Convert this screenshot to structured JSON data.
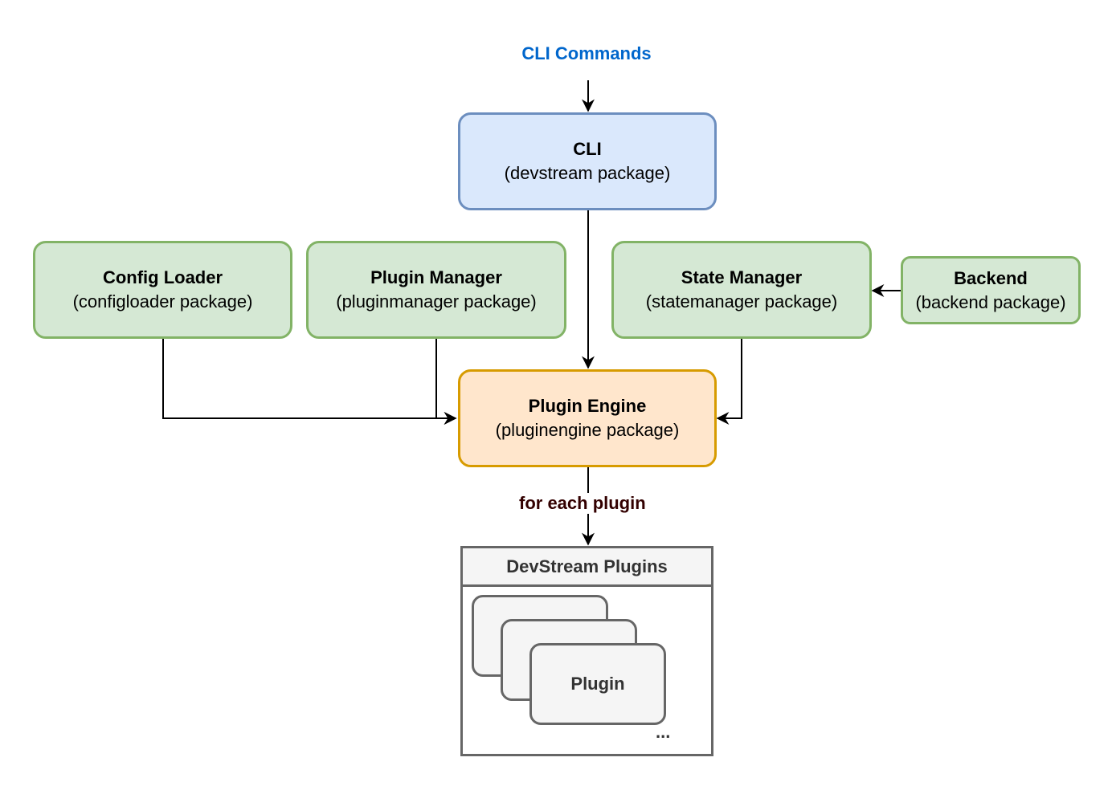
{
  "top_label": {
    "text": "CLI Commands",
    "color": "#0066CC"
  },
  "nodes": {
    "cli": {
      "title": "CLI",
      "subtitle": "(devstream package)",
      "fill": "#dae8fc",
      "stroke": "#6c8ebf"
    },
    "config_loader": {
      "title": "Config Loader",
      "subtitle": "(configloader package)",
      "fill": "#d5e8d4",
      "stroke": "#82b366"
    },
    "plugin_manager": {
      "title": "Plugin Manager",
      "subtitle": "(pluginmanager package)",
      "fill": "#d5e8d4",
      "stroke": "#82b366"
    },
    "state_manager": {
      "title": "State Manager",
      "subtitle": "(statemanager package)",
      "fill": "#d5e8d4",
      "stroke": "#82b366"
    },
    "backend": {
      "title": "Backend",
      "subtitle": "(backend package)",
      "fill": "#d5e8d4",
      "stroke": "#82b366"
    },
    "plugin_engine": {
      "title": "Plugin Engine",
      "subtitle": "(pluginengine package)",
      "fill": "#ffe6cc",
      "stroke": "#d79b00"
    }
  },
  "edge_label": {
    "text": "for each plugin",
    "color": "#330000"
  },
  "plugins_container": {
    "title": "DevStream Plugins",
    "card_label": "Plugin",
    "ellipsis": "..."
  }
}
